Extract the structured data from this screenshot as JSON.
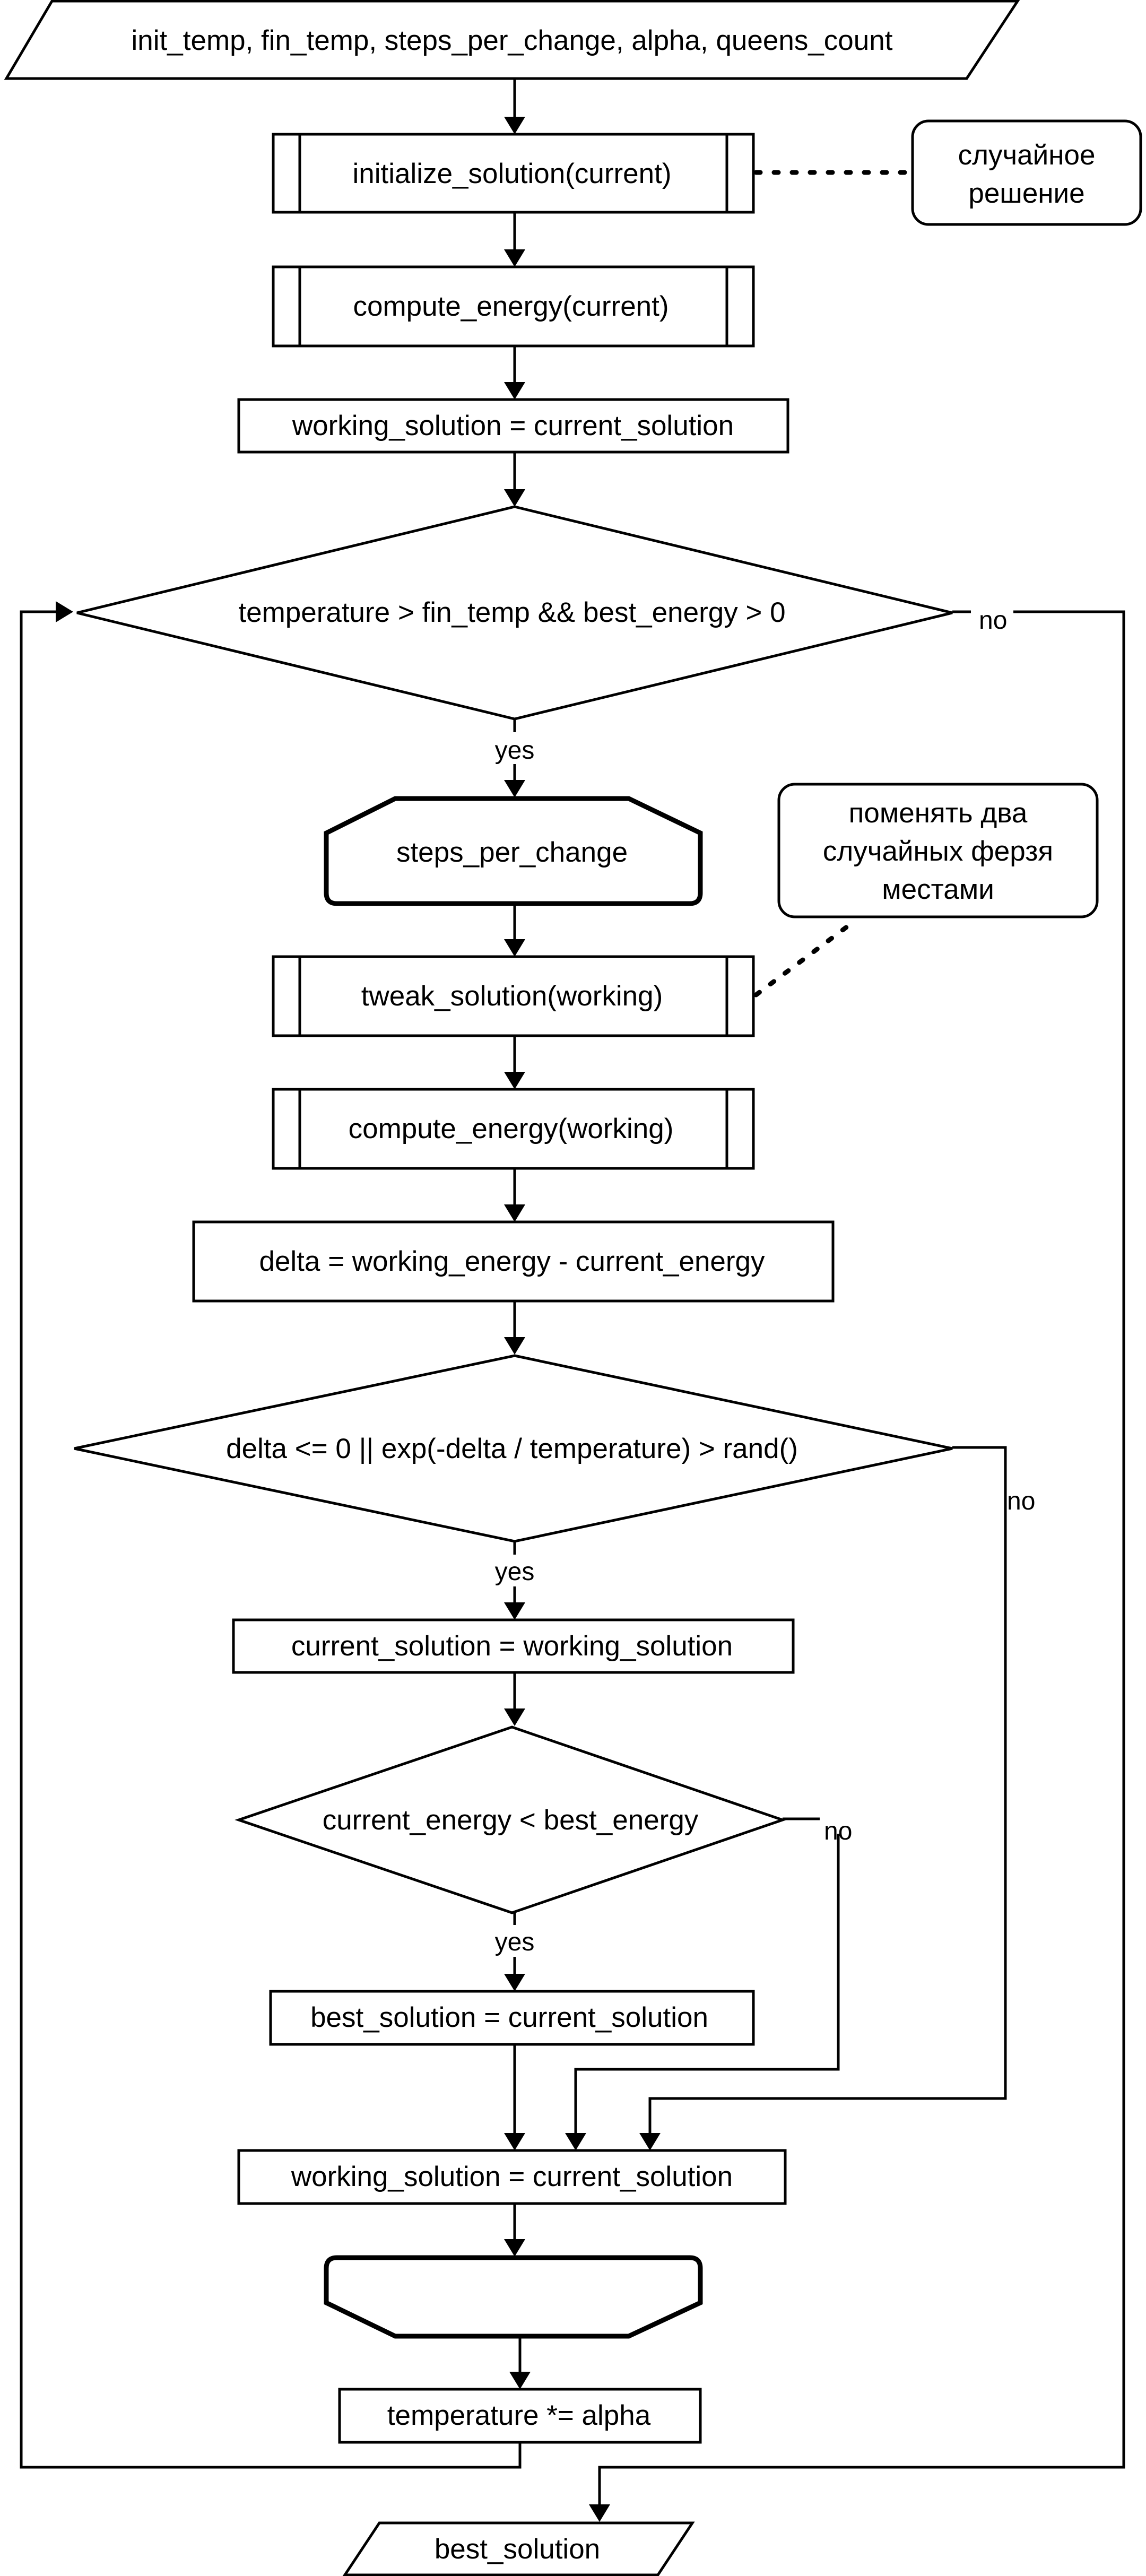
{
  "nodes": {
    "input": "init_temp, fin_temp, steps_per_change, alpha, queens_count",
    "init_solution": "initialize_solution(current)",
    "note_random": [
      "случайное",
      "решение"
    ],
    "compute_current": "compute_energy(current)",
    "copy_to_working": "working_solution = current_solution",
    "outer_condition": "temperature > fin_temp && best_energy > 0",
    "loop_start": "steps_per_change",
    "note_swap": [
      "поменять два",
      "случайных ферзя",
      "местами"
    ],
    "tweak": "tweak_solution(working)",
    "compute_working": "compute_energy(working)",
    "delta": "delta = working_energy - current_energy",
    "accept_condition": "delta  <= 0 || exp(-delta / temperature) > rand()",
    "accept": "current_solution = working_solution",
    "best_condition": "current_energy < best_energy",
    "update_best": "best_solution = current_solution",
    "reset_working": "working_solution = current_solution",
    "loop_end": "",
    "cool": "temperature *= alpha",
    "output": "best_solution"
  },
  "edges": {
    "outer_no": "no",
    "outer_yes": "yes",
    "accept_yes": "yes",
    "accept_no": "no",
    "best_yes": "yes",
    "best_no": "no"
  }
}
